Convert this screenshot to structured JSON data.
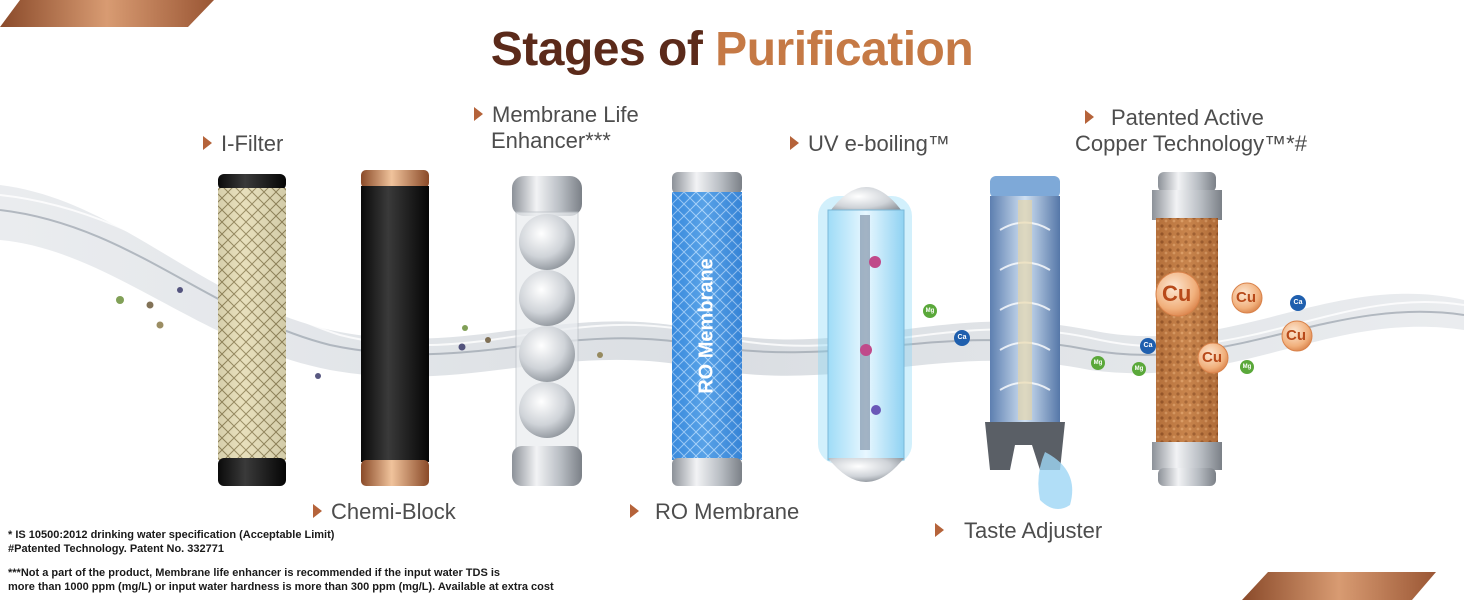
{
  "title": {
    "part1": "Stages of",
    "part2": "Purification"
  },
  "colors": {
    "title_dark": "#5b2a1a",
    "title_accent": "#c57945",
    "bullet": "#b5633a",
    "copper": "#b76e45"
  },
  "stages": [
    {
      "label": "I-Filter"
    },
    {
      "label": "Chemi-Block"
    },
    {
      "label_line1": "Membrane Life",
      "label_line2": "Enhancer***"
    },
    {
      "label": "RO Membrane",
      "cartridge_text": "RO Membrane"
    },
    {
      "label": "UV e-boiling™"
    },
    {
      "label": "Taste Adjuster"
    },
    {
      "label_line1": "Patented Active",
      "label_line2": "Copper Technology™*#",
      "ion": "Cu"
    }
  ],
  "minerals": {
    "calcium": "Ca",
    "magnesium": "Mg"
  },
  "notes": {
    "line1": "* IS 10500:2012 drinking water specification (Acceptable Limit)",
    "line2": "#Patented Technology. Patent No. 332771",
    "line3": "***Not a part of the product, Membrane life enhancer is recommended if the input water TDS is",
    "line4": "more than 1000 ppm (mg/L) or input water hardness is more than  300 ppm (mg/L). Available at extra cost"
  }
}
